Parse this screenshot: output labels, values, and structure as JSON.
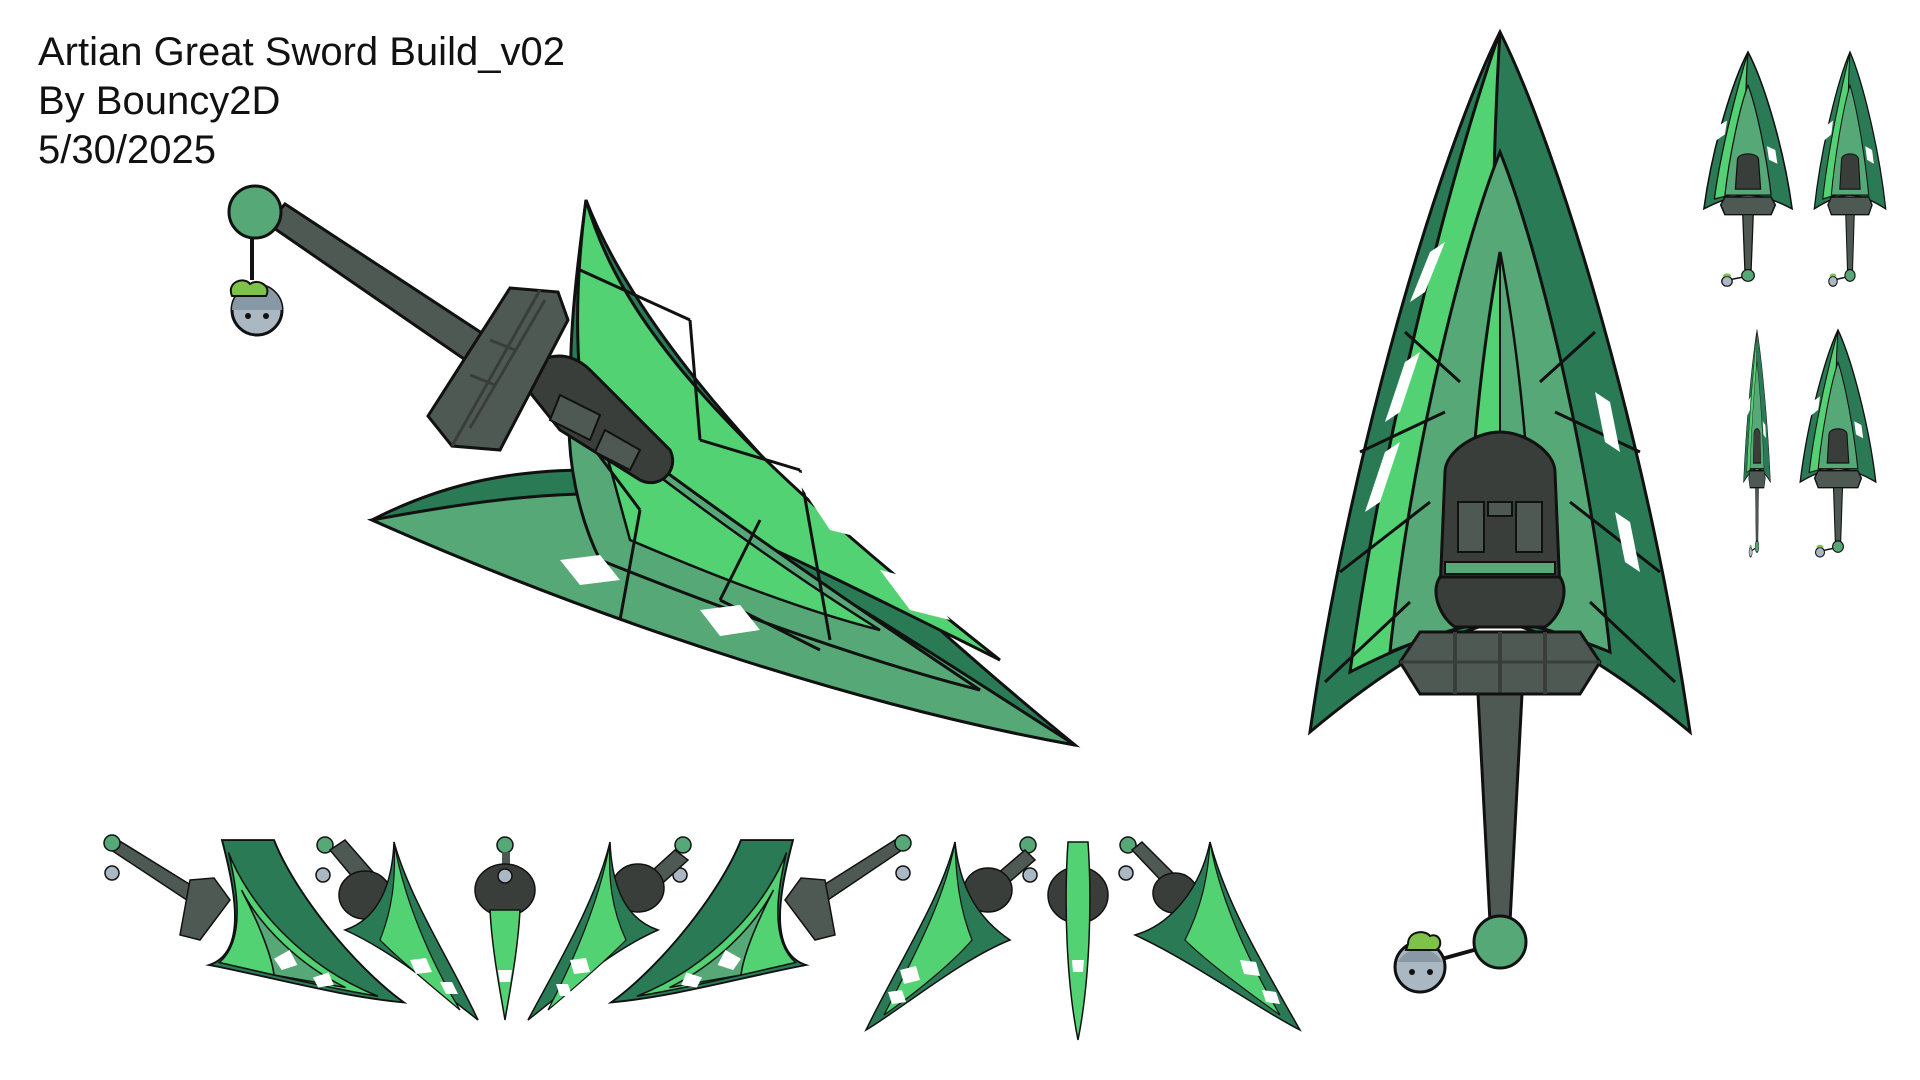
{
  "sheet": {
    "title": "Artian Great Sword Build_v02",
    "author_line": "By Bouncy2D",
    "date": "5/30/2025"
  },
  "palette": {
    "background": "#ffffff",
    "outline": "#111111",
    "blade_dark": "#2a7a56",
    "blade_mid": "#56a877",
    "blade_light": "#52d272",
    "hilt_dark": "#3a3e3b",
    "hilt_mid": "#4f5954",
    "hilt_light": "#606964",
    "pommel": "#56a877",
    "charm": "#a9b8c3",
    "charm_leaf": "#7fc24a"
  },
  "icons": {
    "main_view": "great-sword-diagonal",
    "front_view": "great-sword-vertical",
    "turnaround": "great-sword-rotation-strip",
    "thumbnails": "great-sword-thumbnail-grid"
  }
}
